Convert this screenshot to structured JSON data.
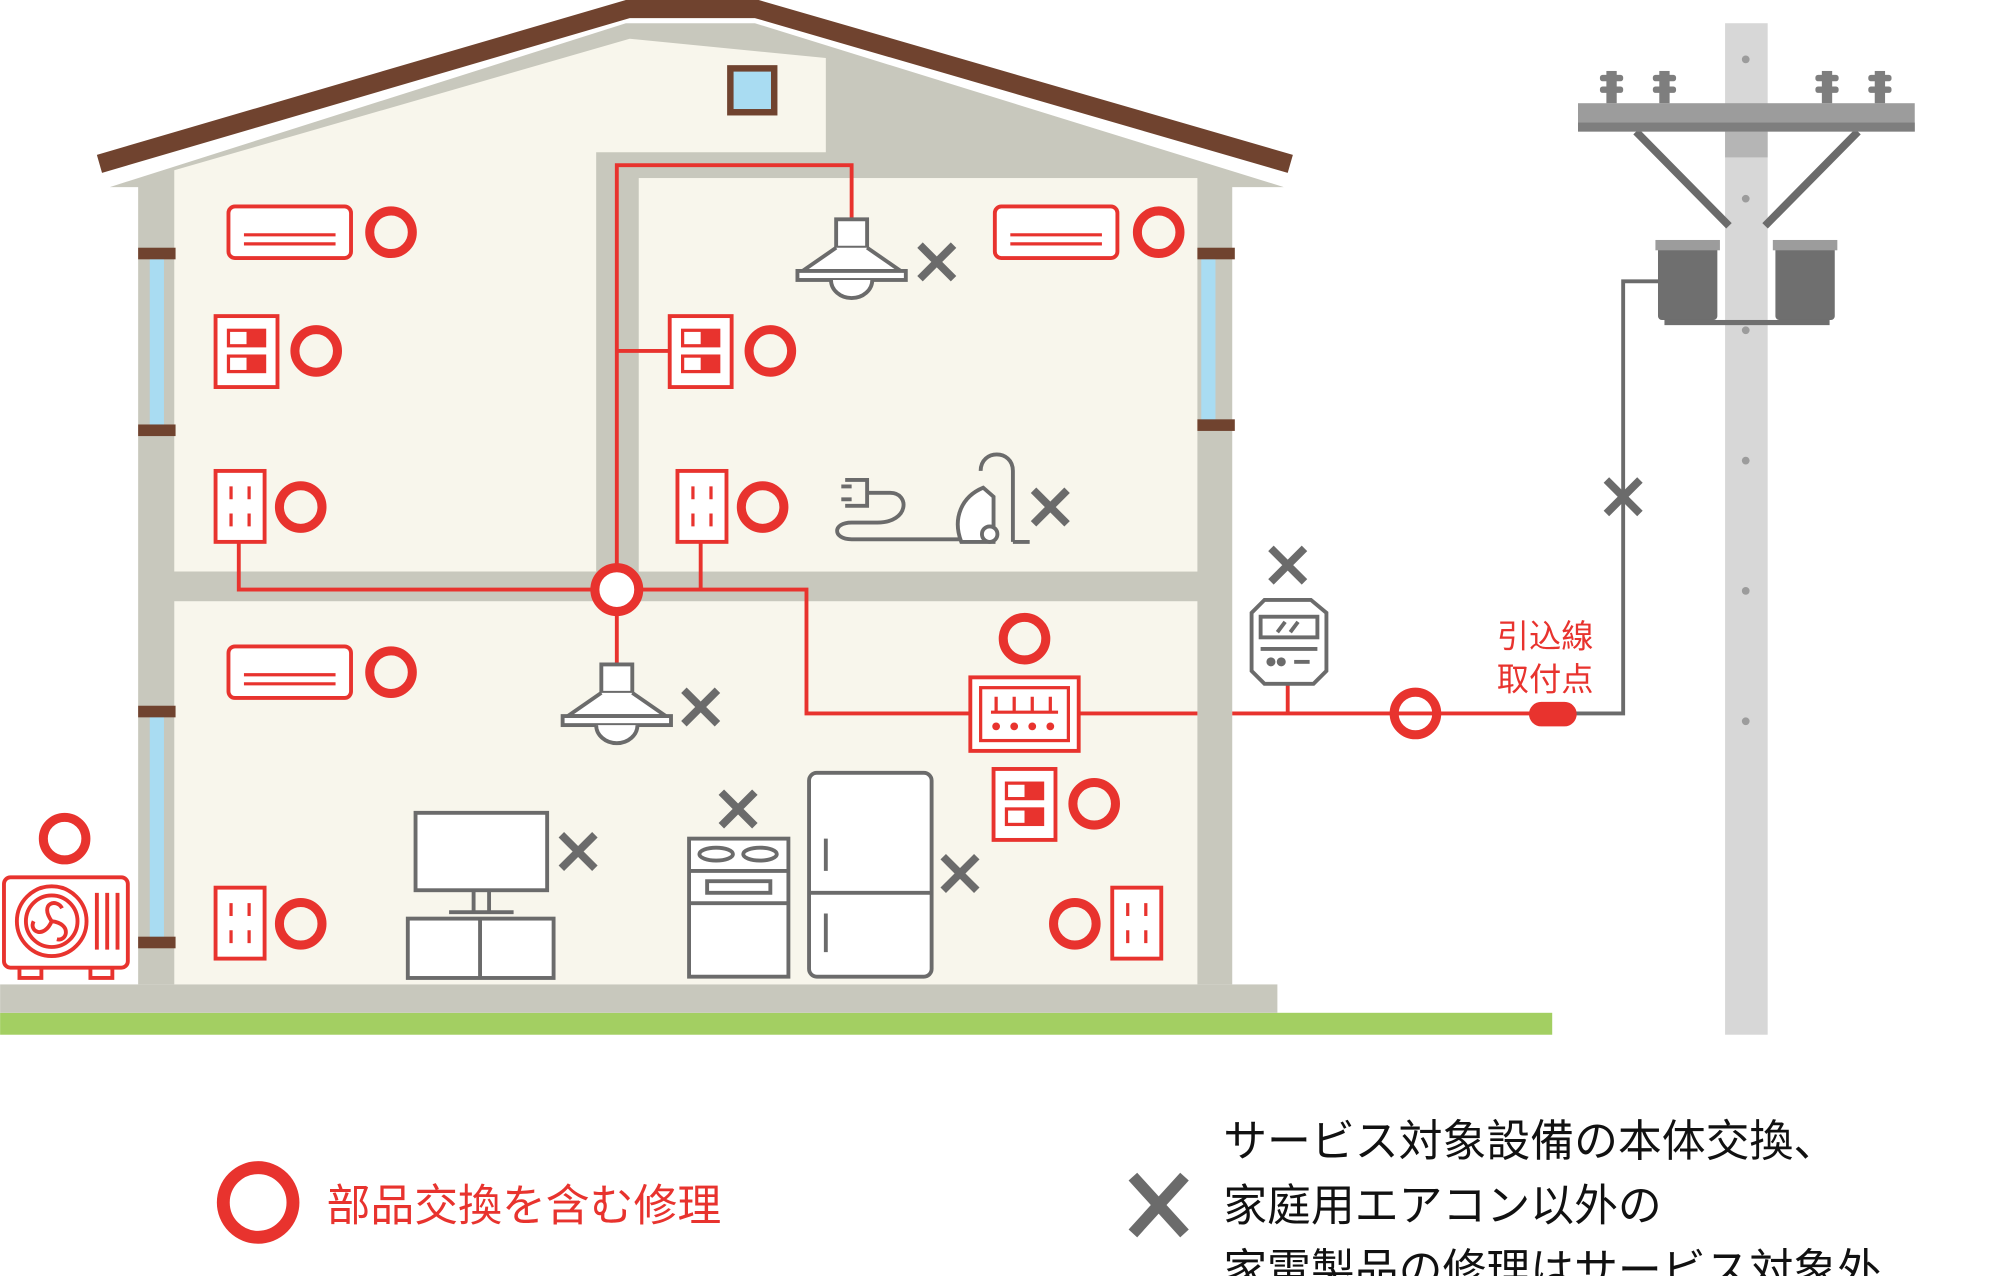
{
  "colors": {
    "repair_red": "#e8332e",
    "excluded_gray": "#6b6b6b",
    "wall": "#c8c8bd",
    "interior": "#f8f6ec",
    "roof": "#70432f",
    "window": "#a9dcf2",
    "grass": "#a3cf62",
    "pole": "#d7d7d7"
  },
  "diagram": {
    "service_drop_label_line1": "引込線",
    "service_drop_label_line2": "取付点"
  },
  "legend": {
    "circle_icon": "red-circle-icon",
    "circle_text": "部品交換を含む修理",
    "cross_icon": "gray-cross-icon",
    "cross_text_line1": "サービス対象設備の本体交換、",
    "cross_text_line2": "家庭用エアコン以外の",
    "cross_text_line3": "家電製品の修理はサービス対象外"
  }
}
